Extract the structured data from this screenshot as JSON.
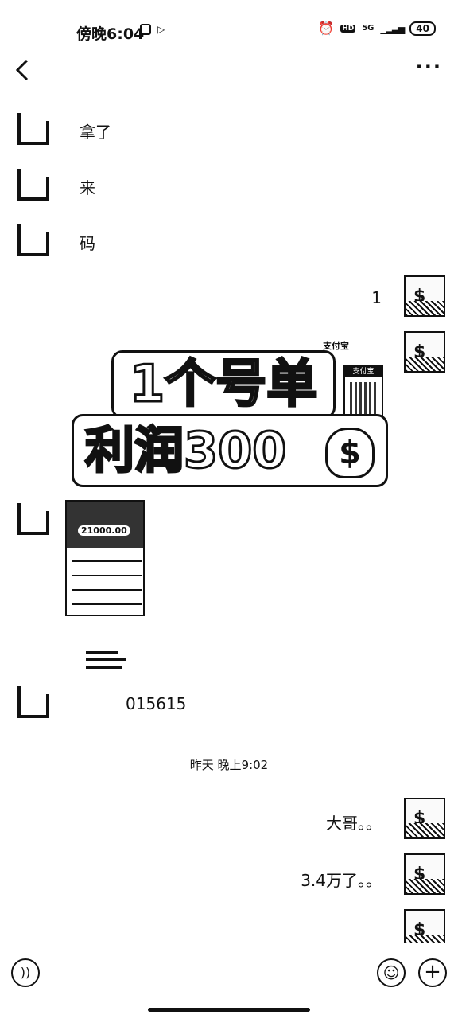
{
  "status_bar": {
    "time": "傍晚6:04",
    "network": "5G",
    "battery": "40"
  },
  "top_bar": {
    "more_label": "···"
  },
  "messages_left": [
    {
      "text": "拿了"
    },
    {
      "text": "来"
    },
    {
      "text": "码"
    }
  ],
  "messages_right_top": [
    {
      "text": "1"
    }
  ],
  "promo": {
    "line1": "1个号单",
    "line2": "利润300",
    "alipay": "支付宝",
    "qr_header": "支付宝",
    "bag_symbol": "$"
  },
  "screenshot_card": {
    "amount": "21000.00"
  },
  "number_message": "015615",
  "time_divider": "昨天 晚上9:02",
  "messages_right_bottom": [
    {
      "text": "大哥。。"
    },
    {
      "text": "3.4万了。。"
    }
  ]
}
